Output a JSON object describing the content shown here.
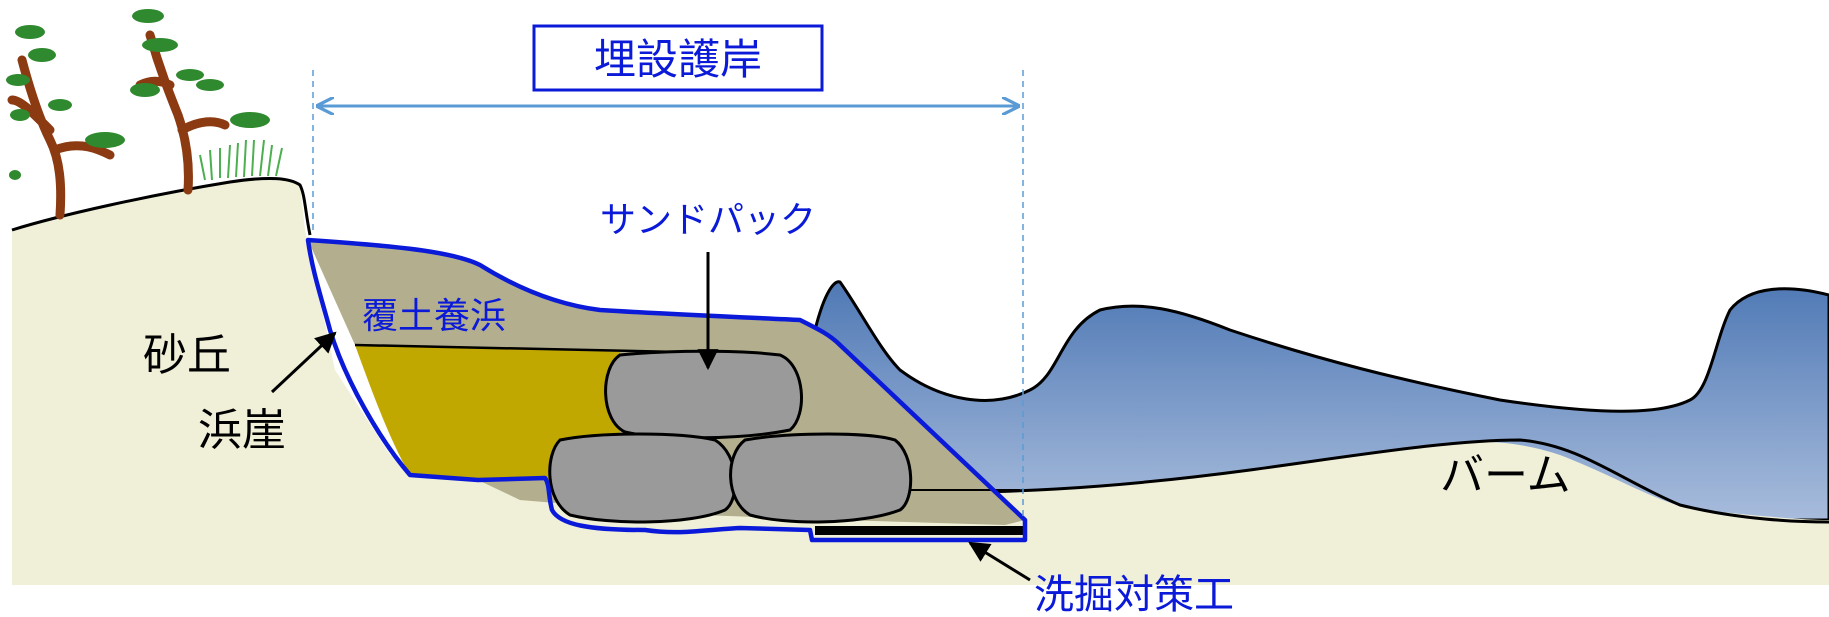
{
  "title": "埋設護岸",
  "labels": {
    "sandpack": "サンドパック",
    "cover_nourishment": "覆土養浜",
    "dune": "砂丘",
    "scarp": "浜崖",
    "berm": "バーム",
    "scour_protection": "洗掘対策工"
  },
  "colors": {
    "sand": "#f0efd8",
    "cover_soil": "#b2ae8e",
    "fill_yellow": "#c0a800",
    "sandpack": "#9a9a9a",
    "water_top": "#4f79b5",
    "water_bottom": "#a8bcdc",
    "outline_blue": "#0a1ad8",
    "arrow_blue": "#5b9bd5",
    "label_blue": "#0a1ad8",
    "tree_trunk": "#8b3a12",
    "tree_leaves": "#2f8a2f",
    "grass": "#4caf50"
  }
}
